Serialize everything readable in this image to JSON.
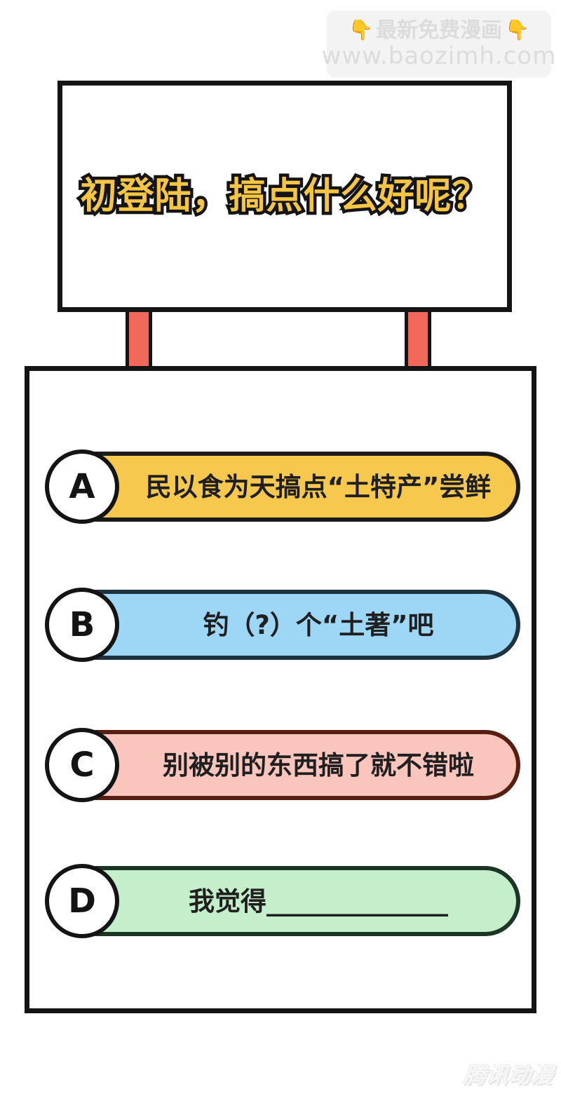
{
  "watermark": {
    "emoji": "👇",
    "line1": "最新免费漫画",
    "line2": "www.baozimh.com"
  },
  "sign": {
    "title": "初登陆，搞点什么好呢？"
  },
  "options": [
    {
      "letter": "A",
      "text": "民以食为天搞点“土特产”尝鲜",
      "fill": "#f6c94e",
      "border": "#1a1a1a"
    },
    {
      "letter": "B",
      "text": "钓（?）个“土著”吧",
      "fill": "#9ed6f6",
      "border": "#1e3340"
    },
    {
      "letter": "C",
      "text": "别被别的东西搞了就不错啦",
      "fill": "#f9c5bd",
      "border": "#571f12"
    },
    {
      "letter": "D",
      "text": "我觉得______________",
      "fill": "#c5eeca",
      "border": "#1d3524"
    }
  ],
  "logo": {
    "text": "腾讯动漫"
  },
  "colors": {
    "outline_black": "#141414",
    "title_gold": "#f5c644",
    "post_red": "#f2685a",
    "watermark_bg": "#f3f3f3",
    "watermark_text": "#dcdcdc",
    "emoji_yellow": "#f6c244",
    "option_text": "#1f1f1f"
  }
}
